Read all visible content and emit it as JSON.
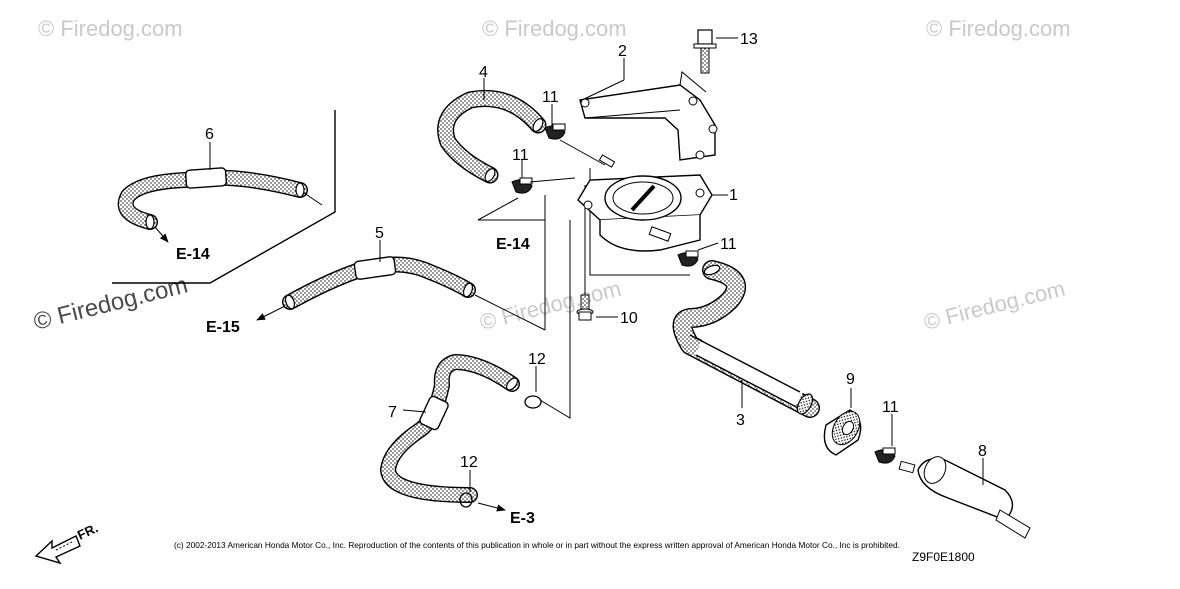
{
  "watermarks": {
    "tile": "© Firedog.com",
    "main": "© Firedog.com"
  },
  "callouts": {
    "c1": "1",
    "c2": "2",
    "c3": "3",
    "c4": "4",
    "c5": "5",
    "c6": "6",
    "c7": "7",
    "c8": "8",
    "c9": "9",
    "c10": "10",
    "c11a": "11",
    "c11b": "11",
    "c11c": "11",
    "c11d": "11",
    "c12a": "12",
    "c12b": "12",
    "c13": "13"
  },
  "refs": {
    "e14a": "E-14",
    "e14b": "E-14",
    "e15": "E-15",
    "e3": "E-3"
  },
  "direction": "FR.",
  "copyright": "(c) 2002-2013 American Honda Motor Co., Inc. Reproduction of the contents of this publication in whole or in part without the express written approval of American Honda Motor Co., Inc is prohibited.",
  "diagram_code": "Z9F0E1800"
}
